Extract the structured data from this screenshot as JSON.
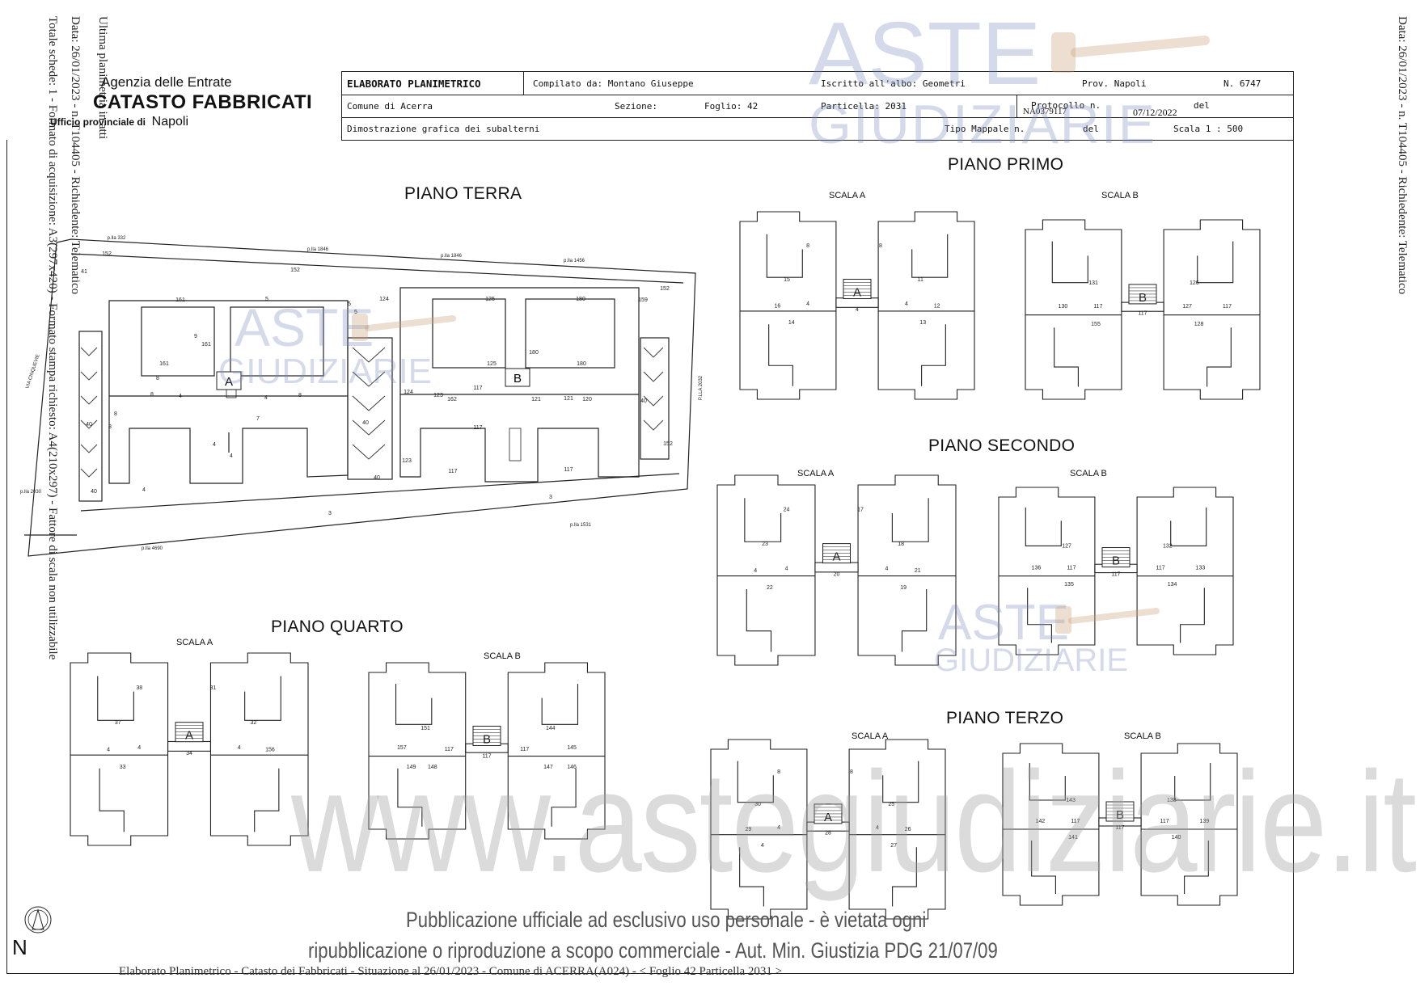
{
  "side_left": {
    "line1": "Ultima planimetria in atti",
    "line2": "Data: 26/01/2023 - n. T104405 - Richiedente: Telematico",
    "line3": "Totale schede: 1 - Formato di acquisizione: A3(297x420) - Formato stampa richiesto: A4(210x297) - Fattore di scala non utilizzabile"
  },
  "side_right": "Data: 26/01/2023 - n. T104405 - Richiedente: Telematico",
  "agency": {
    "name": "Agenzia delle Entrate",
    "catasto": "CATASTO FABBRICATI",
    "office_label": "Ufficio provinciale di",
    "office_city": "Napoli"
  },
  "header": {
    "doc_type": "ELABORATO PLANIMETRICO",
    "compilato": "Compilato da: Montano Giuseppe",
    "iscritto": "Iscritto all'albo: Geometri",
    "prov": "Prov. Napoli",
    "numero": "N. 6747",
    "comune": "Comune di Acerra",
    "sezione": "Sezione:",
    "foglio": "Foglio: 42",
    "particella": "Particella: 2031",
    "protocollo": "Protocollo n.",
    "protocollo_num": "NA0379117",
    "protocollo_date": "07/12/2022",
    "protocollo_del": "del",
    "dimostrazione": "Dimostrazione grafica dei subalterni",
    "tipo_mappale": "Tipo Mappale n.",
    "tipo_del": "del",
    "scala": "Scala 1 : 500"
  },
  "floors": {
    "terra": "PIANO TERRA",
    "primo": "PIANO PRIMO",
    "secondo": "PIANO SECONDO",
    "terzo": "PIANO TERZO",
    "quarto": "PIANO  QUARTO"
  },
  "scale_labels": {
    "a": "SCALA A",
    "b": "SCALA B"
  },
  "stair_letters": {
    "a": "A",
    "b": "B"
  },
  "terra_labels": [
    "152",
    "152",
    "152",
    "161",
    "5",
    "124",
    "125",
    "180",
    "159",
    "9",
    "161",
    "5",
    "8",
    "125",
    "180",
    "161",
    "124",
    "117",
    "180",
    "8",
    "4",
    "4",
    "8",
    "123",
    "162",
    "121",
    "121",
    "120",
    "7",
    "117",
    "4",
    "4",
    "40",
    "40",
    "117",
    "117",
    "152",
    "123",
    "40",
    "40",
    "4",
    "3",
    "3",
    "8",
    "8",
    "41",
    "40",
    "5"
  ],
  "terra_parcels": [
    "p.lla 332",
    "p.lla 1846",
    "p.lla 1846",
    "p.lla 1456",
    "p.lla 2030",
    "p.lla 1531",
    "p.lla 4690",
    "P.LLA 2032",
    "VIA CINQUEVIE"
  ],
  "primo_a": [
    "8",
    "8",
    "15",
    "11",
    "16",
    "4",
    "4",
    "12",
    "4",
    "14",
    "13"
  ],
  "primo_b": [
    "131",
    "126",
    "130",
    "117",
    "117",
    "117",
    "127",
    "155",
    "128"
  ],
  "secondo_a": [
    "24",
    "17",
    "23",
    "18",
    "4",
    "4",
    "4",
    "21",
    "20",
    "22",
    "19"
  ],
  "secondo_b": [
    "127",
    "132",
    "136",
    "117",
    "117",
    "133",
    "117",
    "135",
    "134"
  ],
  "terzo_a": [
    "8",
    "8",
    "30",
    "25",
    "29",
    "4",
    "4",
    "26",
    "28",
    "4",
    "27"
  ],
  "terzo_b": [
    "143",
    "138",
    "142",
    "117",
    "117",
    "139",
    "117",
    "141",
    "140"
  ],
  "quarto_a": [
    "38",
    "31",
    "37",
    "32",
    "4",
    "4",
    "4",
    "156",
    "34",
    "33"
  ],
  "quarto_b": [
    "151",
    "144",
    "157",
    "117",
    "117",
    "145",
    "117",
    "149",
    "148",
    "147",
    "146"
  ],
  "north": "N",
  "watermark": {
    "aste": "ASTE",
    "giudiziarie": "GIUDIZIARIE",
    "site": "www.astegiudiziarie.it"
  },
  "notice": {
    "line1": "Pubblicazione ufficiale ad esclusivo uso personale - è vietata ogni",
    "line2": "ripubblicazione o riproduzione a scopo commerciale - Aut. Min. Giustizia PDG 21/07/09"
  },
  "footer": "Elaborato Planimetrico - Catasto dei Fabbricati - Situazione al 26/01/2023 - Comune di ACERRA(A024) - < Foglio 42 Particella 2031 >"
}
